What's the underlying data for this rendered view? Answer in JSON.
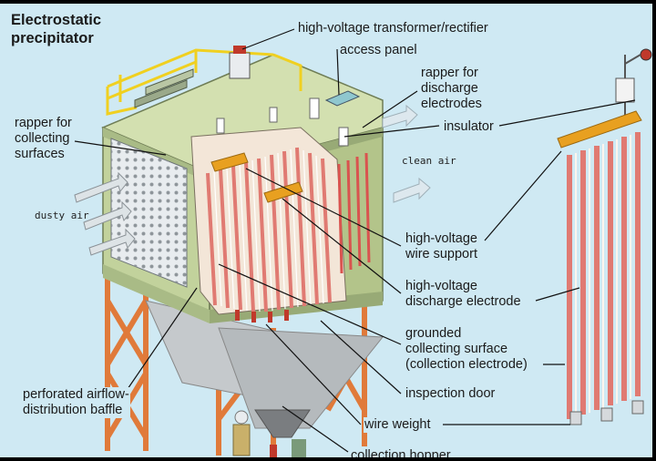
{
  "title": "Electrostatic\nprecipitator",
  "labels": {
    "transformer": "high-voltage transformer/rectifier",
    "access_panel": "access panel",
    "rapper_discharge": "rapper for\ndischarge\nelectrodes",
    "insulator": "insulator",
    "rapper_collecting": "rapper for\ncollecting\nsurfaces",
    "clean_air": "clean air",
    "dusty_air": "dusty air",
    "wire_support": "high-voltage\nwire support",
    "discharge_electrode": "high-voltage\ndischarge electrode",
    "collecting_surface": "grounded\ncollecting surface\n(collection electrode)",
    "baffle": "perforated airflow-\ndistribution baffle",
    "inspection_door": "inspection door",
    "wire_weight": "wire weight",
    "hopper": "collection hopper"
  },
  "colors": {
    "background": "#cfe9f3",
    "housing": "#c9d8a8",
    "housing_shade": "#a9bb86",
    "electrode": "#e07a72",
    "rail": "#f0d020",
    "support_orange": "#e8a020",
    "frame": "#000000"
  }
}
